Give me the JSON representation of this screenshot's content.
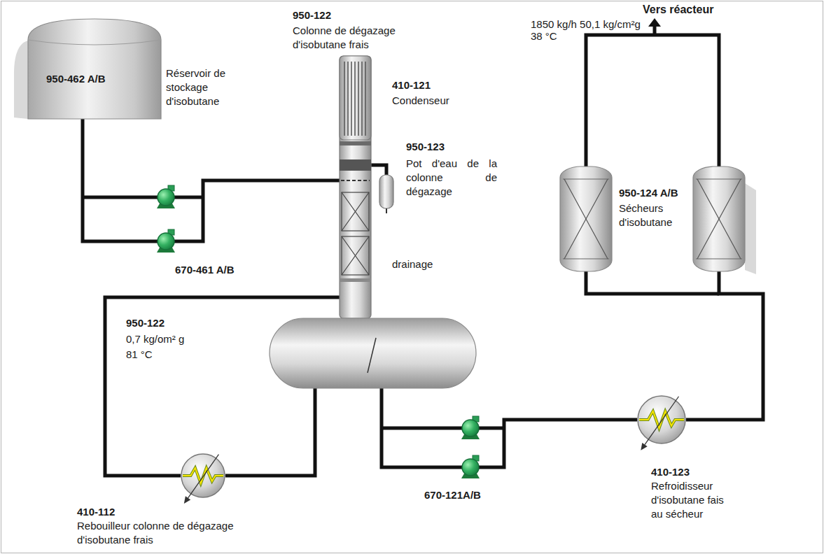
{
  "diagram": {
    "nodes": [
      {
        "text": [
          "950-462 A/B",
          "Réservoir de stockage d'isobutane"
        ]
      },
      {
        "text": [
          "950-122",
          "Colonne de dégazage d'isobutane frais"
        ]
      },
      {
        "text": [
          "410-121",
          "Condenseur"
        ],
        "in": 1
      },
      {
        "text": [
          "950-123",
          "Pot d'eau de la colonne de dégazage"
        ]
      },
      {
        "text": [
          "950-122",
          "0,7 kg/om² g",
          "81 °C"
        ]
      },
      {
        "text": [
          "410-112",
          "Rebouilleur colonne de dégazage d'isobutane frais"
        ]
      },
      {
        "text": [
          "410-123",
          "Refroidisseur d'isobutane fais au sécheur"
        ]
      },
      {
        "text": [
          "950-124 A/B",
          "Sécheurs d'isobutane"
        ]
      }
    ],
    "edges": [
      {
        "from": 0,
        "to": 1,
        "arrow": "none"
      },
      {
        "from": 1,
        "to": 3,
        "arrow": "none"
      },
      {
        "from": 4,
        "to": 5,
        "arrow": "none"
      },
      {
        "from": 5,
        "to": 1,
        "arrow": "none"
      },
      {
        "from": 4,
        "to": 6,
        "arrow": "none"
      },
      {
        "from": 6,
        "to": 7,
        "arrow": "none"
      }
    ],
    "labels": [
      "670-461 A/B",
      "drainage",
      "670-121A/B",
      "Vers réacteur",
      "1850 kg/h 50,1 kg/cm²g 38 °C"
    ]
  }
}
